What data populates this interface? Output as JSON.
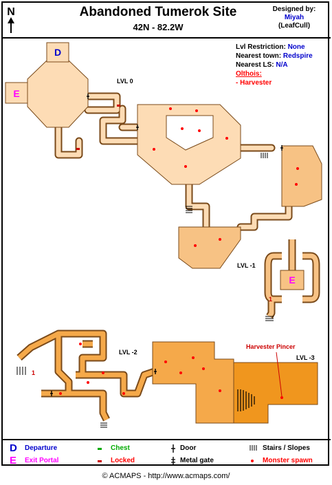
{
  "header": {
    "title": "Abandoned Tumerok Site",
    "coords": "42N - 82.2W",
    "designed_by_label": "Designed by:",
    "designer": "Miyah",
    "designer_handle": "(LeafCull)",
    "compass_letter": "N"
  },
  "info": {
    "lvl_restriction_label": "Lvl Restriction:",
    "lvl_restriction_value": "None",
    "nearest_town_label": "Nearest town:",
    "nearest_town_value": "Redspire",
    "nearest_ls_label": "Nearest LS:",
    "nearest_ls_value": "N/A",
    "monsters_heading": "Olthois:",
    "monsters": [
      "- Harvester"
    ]
  },
  "map": {
    "levels": [
      "LVL 0",
      "LVL -1",
      "LVL -2",
      "LVL -3"
    ],
    "departure_marker": "D",
    "exit_marker": "E",
    "stair_numbers": [
      "1",
      "1"
    ],
    "boss_label": "Harvester Pincer"
  },
  "legend": {
    "departure_symbol": "D",
    "departure": "Departure",
    "exit_symbol": "E",
    "exit": "Exit Portal",
    "chest": "Chest",
    "locked": "Locked",
    "door": "Door",
    "metal_gate": "Metal gate",
    "stairs": "Stairs / Slopes",
    "monster_spawn": "Monster spawn"
  },
  "colors": {
    "level0": "#fddcb5",
    "level1": "#f7c284",
    "level2": "#f5a94a",
    "level3": "#f0961e",
    "outline": "#7a4a1a",
    "spawn": "#ff0000",
    "departure": "#0000cc",
    "exit": "#ff00ff",
    "chest": "#00aa00"
  },
  "footer": "© ACMAPS - http://www.acmaps.com/"
}
